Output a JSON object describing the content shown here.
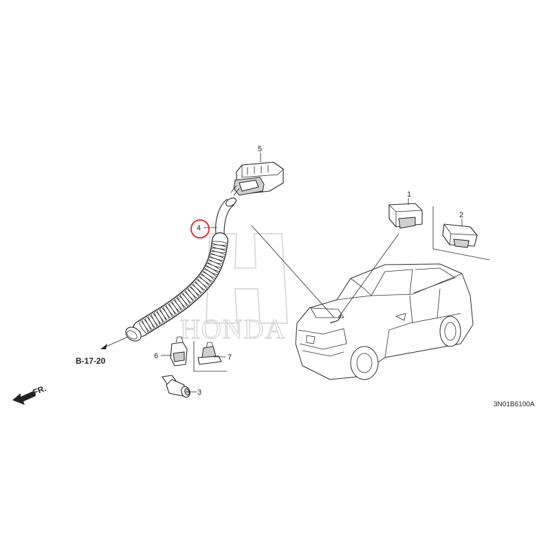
{
  "diagram": {
    "callouts": [
      {
        "id": "c1",
        "label": "1"
      },
      {
        "id": "c2",
        "label": "2"
      },
      {
        "id": "c3",
        "label": "3"
      },
      {
        "id": "c4",
        "label": "4",
        "highlighted": true
      },
      {
        "id": "c5",
        "label": "5"
      },
      {
        "id": "c6",
        "label": "6"
      },
      {
        "id": "c7",
        "label": "7"
      }
    ],
    "reference": "B-17-20",
    "direction": "FR.",
    "drawing_code": "3N01B6100A",
    "watermark": "HONDA",
    "highlight_color": "#e02020",
    "line_color": "#222222"
  }
}
